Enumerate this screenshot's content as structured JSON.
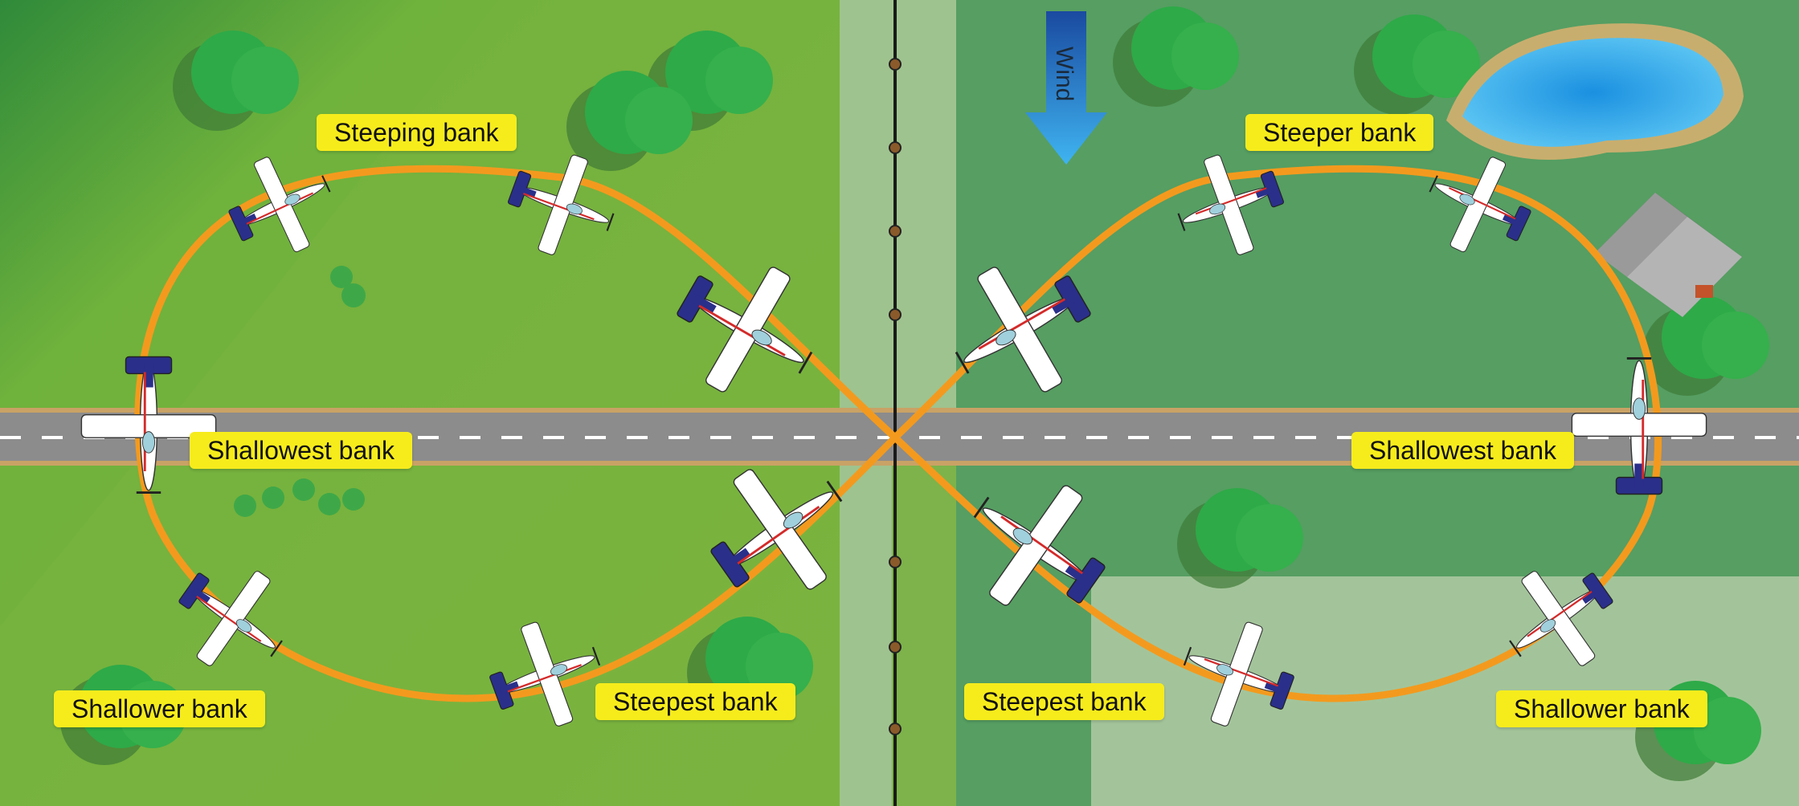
{
  "labels": {
    "steeping_bank": "Steeping bank",
    "steeper_bank": "Steeper bank",
    "shallowest_bank_left": "Shallowest bank",
    "shallowest_bank_right": "Shallowest bank",
    "shallower_bank_left": "Shallower bank",
    "shallower_bank_right": "Shallower bank",
    "steepest_bank_left": "Steepest bank",
    "steepest_bank_right": "Steepest bank"
  },
  "wind": {
    "label": "Wind"
  },
  "colors": {
    "path": "#f39a1e",
    "road": "#8a8a8a",
    "label_bg": "#f6ec1c",
    "wind_arrow": "#1e88d6",
    "field_left": "#6cae3e",
    "field_right": "#5a9e5e",
    "aircraft_tail": "#2a2f8a"
  }
}
